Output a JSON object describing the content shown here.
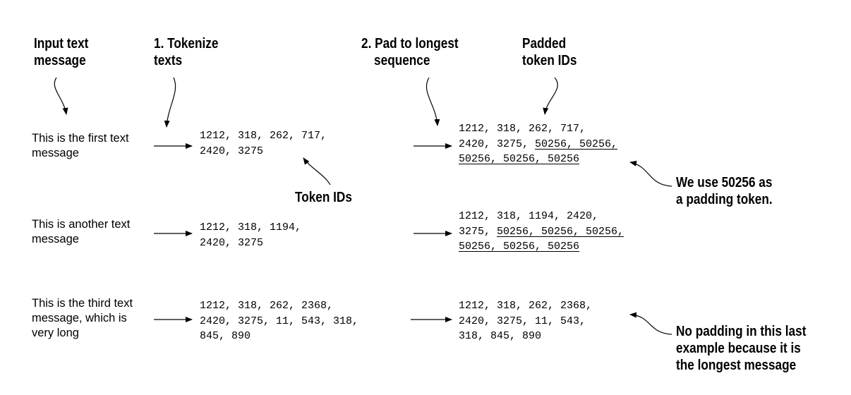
{
  "headers": {
    "input_l1": "Input text",
    "input_l2": "message",
    "tok_l1": "1. Tokenize",
    "tok_l2": "texts",
    "pad_l1": "2. Pad to longest",
    "pad_l2": "sequence",
    "padded_l1": "Padded",
    "padded_l2": "token IDs"
  },
  "token_ids_label": "Token IDs",
  "note_padding": {
    "l1": "We use 50256 as",
    "l2": "a padding token."
  },
  "note_longest": {
    "l1": "No padding in this last",
    "l2": "example because it is",
    "l3": "the longest message"
  },
  "rows": [
    {
      "text_l1": "This is the first text",
      "text_l2": "message",
      "tokens_l1": "1212, 318, 262, 717,",
      "tokens_l2": "2420, 3275",
      "padded_l1": "1212, 318, 262, 717,",
      "padded_l2a": "2420, 3275, ",
      "padded_l2b": "50256, 50256,",
      "padded_l3": "50256, 50256, 50256"
    },
    {
      "text_l1": "This is another text",
      "text_l2": "message",
      "tokens_l1": "1212, 318, 1194,",
      "tokens_l2": "2420, 3275",
      "padded_l1": "1212, 318, 1194, 2420,",
      "padded_l2a": "3275, ",
      "padded_l2b": "50256, 50256, 50256,",
      "padded_l3": "50256, 50256, 50256"
    },
    {
      "text_l1": "This is the third text",
      "text_l2": "message, which is",
      "text_l3": "very long",
      "tokens_l1": "1212, 318, 262, 2368,",
      "tokens_l2": "2420, 3275, 11, 543, 318,",
      "tokens_l3": "845, 890",
      "padded_l1": "1212, 318, 262, 2368,",
      "padded_l2": "2420, 3275, 11, 543,",
      "padded_l3": "318, 845, 890"
    }
  ]
}
